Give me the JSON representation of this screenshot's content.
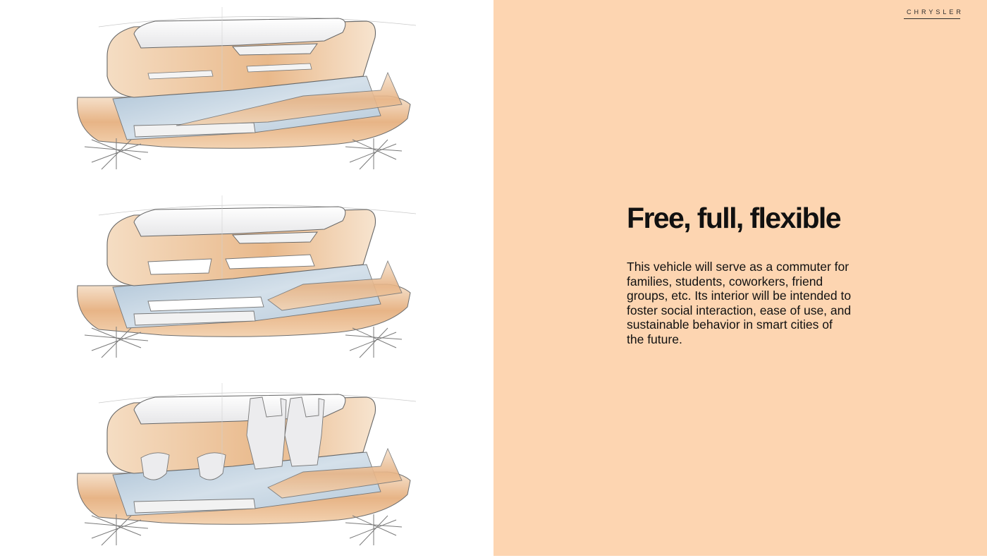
{
  "brand": {
    "logo_text": "CHRYSLER"
  },
  "slide": {
    "title": "Free, full, flexible",
    "body": "This vehicle will serve as a commuter for families, students, coworkers, friend groups, etc. Its interior will be intended to foster social interaction, ease of use, and sustainable behavior in smart cities of the future."
  },
  "colors": {
    "panel_background": "#fdd5b1",
    "sketch_tan": "#e8b98b",
    "sketch_floor_blue": "#b9cddd",
    "text": "#111111"
  },
  "sketches": [
    {
      "configuration": "lounge"
    },
    {
      "configuration": "tables"
    },
    {
      "configuration": "seats"
    }
  ]
}
